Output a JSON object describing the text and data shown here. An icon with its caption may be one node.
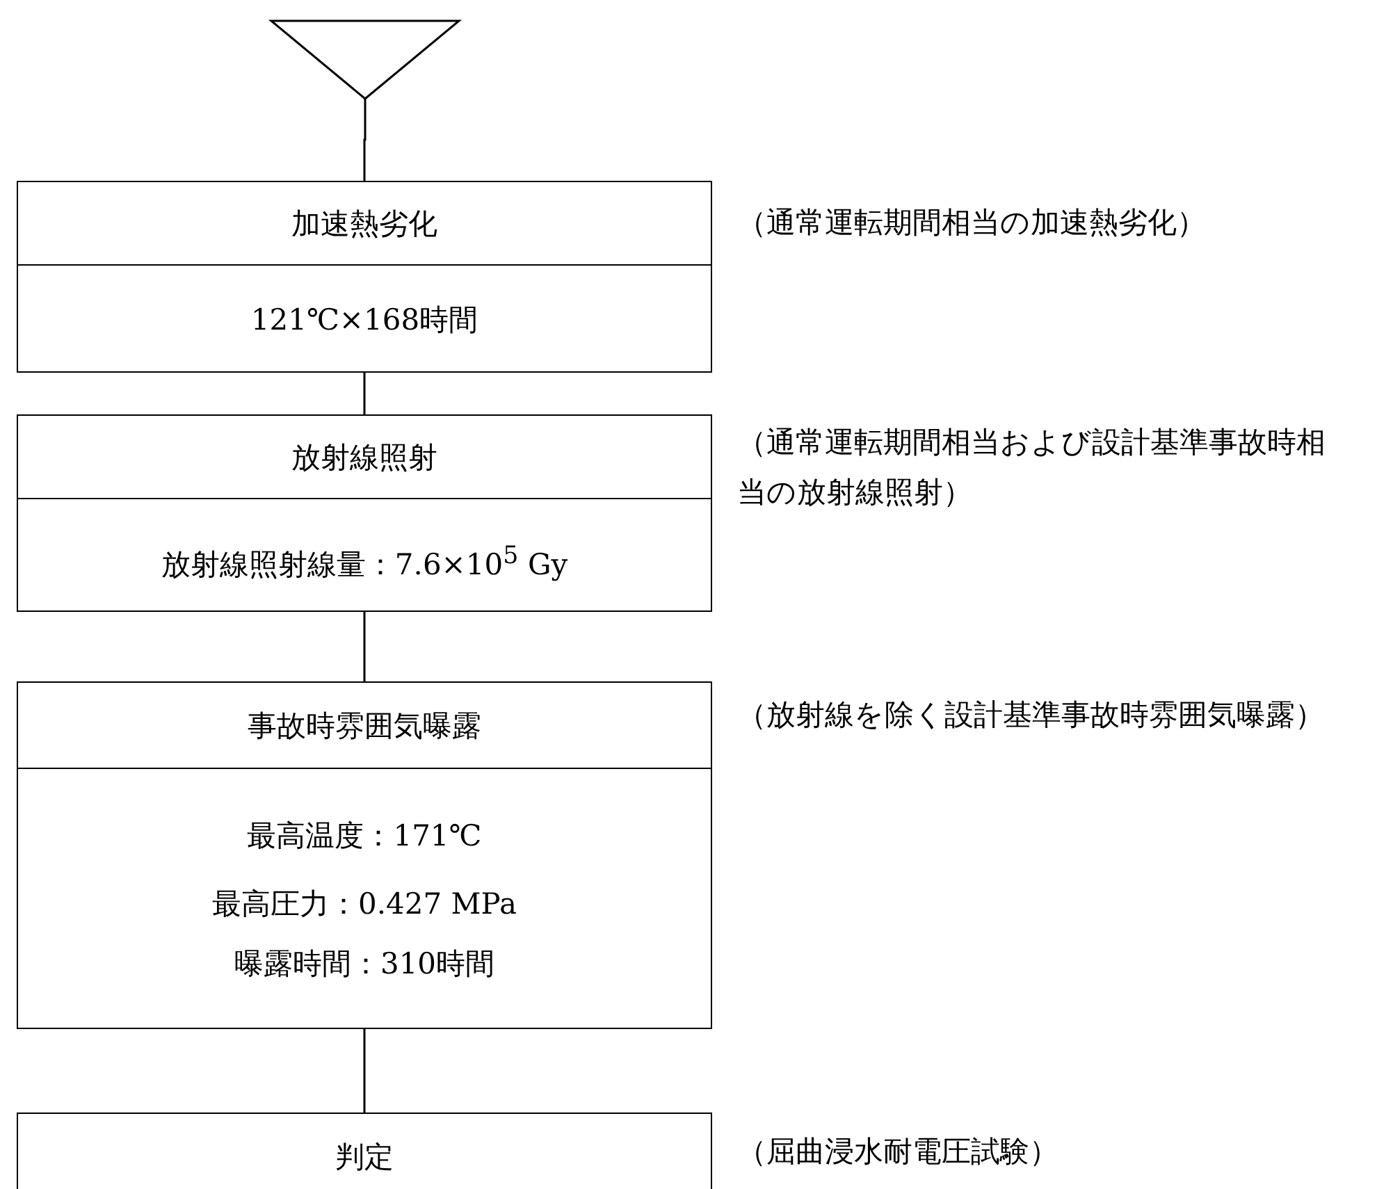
{
  "diagram": {
    "nodes": [
      {
        "text": [],
        "shape": "triangle"
      },
      {
        "text": [
          "加速熱劣化",
          "121℃×168時間"
        ],
        "beside": [
          "（通常運転期間相当の加速熱劣化）"
        ]
      },
      {
        "text": [
          "放射線照射",
          "放射線照射線量：7.6×10$^{5}$ Gy"
        ],
        "beside": [
          "（通常運転期間相当および設計基準事故時相当の放射線照射）"
        ]
      },
      {
        "text": [
          "事故時雰囲気曝露",
          "最高温度：171℃",
          "最高圧力：0.427 MPa",
          "曝露時間：310時間"
        ],
        "beside": [
          "（放射線を除く設計基準事故時雰囲気曝露）"
        ]
      },
      {
        "text": [
          "判定"
        ],
        "beside": [
          "（屈曲浸水耐電圧試験）"
        ]
      }
    ],
    "edges": [
      {
        "from": 0,
        "to": 1,
        "arrow": "none"
      },
      {
        "from": 1,
        "to": 2,
        "arrow": "none"
      },
      {
        "from": 2,
        "to": 3,
        "arrow": "none"
      },
      {
        "from": 3,
        "to": 4,
        "arrow": "none"
      }
    ]
  }
}
